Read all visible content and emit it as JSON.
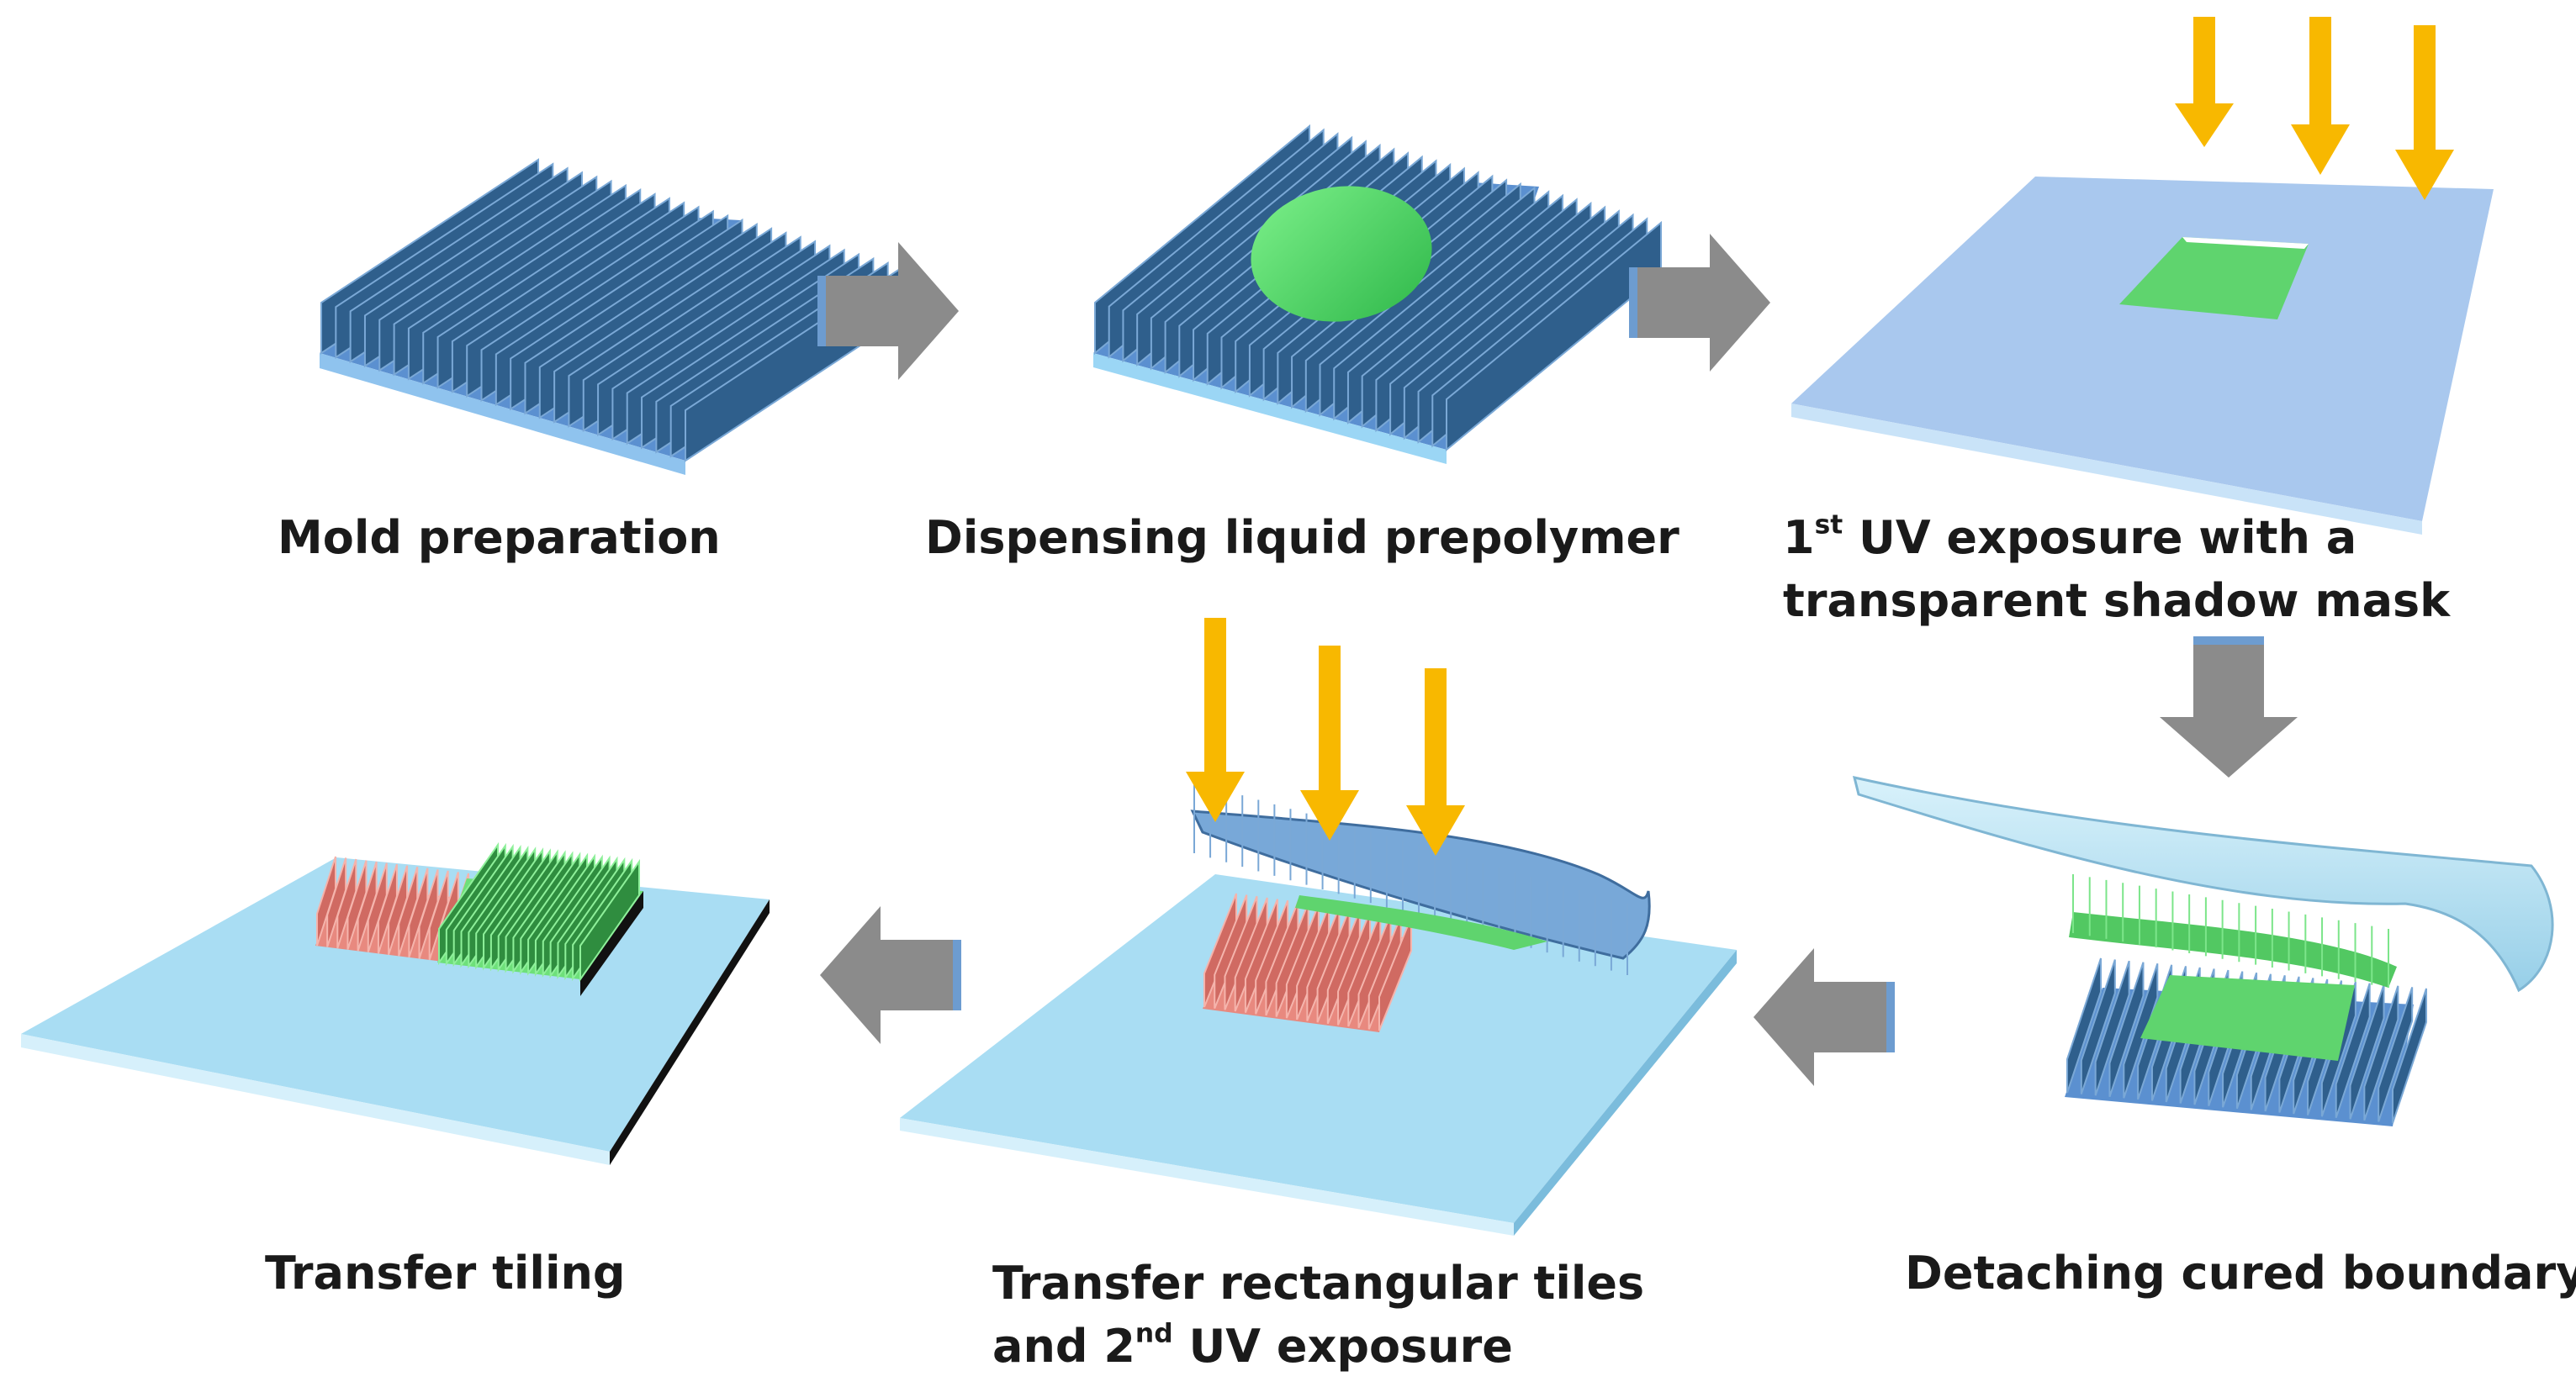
{
  "steps": {
    "mold": {
      "label": "Mold preparation"
    },
    "dispense": {
      "label": "Dispensing liquid prepolymer"
    },
    "uv1": {
      "prefix": "1",
      "sup": "st",
      "line1_rest": " UV exposure with a",
      "line2": "transparent shadow mask"
    },
    "detach": {
      "label": "Detaching cured boundary"
    },
    "transfer": {
      "line1": "Transfer rectangular tiles",
      "line2_prefix": "and 2",
      "sup": "nd",
      "line2_rest": " UV exposure"
    },
    "tiling": {
      "label": "Transfer tiling"
    }
  },
  "colors": {
    "mold_fin_side": "#2f5f8c",
    "mold_fin_top": "#6a98c8",
    "mold_base": "#5c8fcf",
    "substrate": "#a9ddf3",
    "substrate_edge": "#85c6e6",
    "mask": "#a9c8ee",
    "prepolymer": "#59d06a",
    "uv_arrow": "#f8b800",
    "flow_arrow": "#8b8b8b",
    "red_tile": "#e78a80",
    "green_tile": "#6ee07a"
  },
  "icons": {
    "flow_arrow": "process-flow-arrow-icon",
    "uv_arrow": "uv-light-arrow-icon"
  }
}
